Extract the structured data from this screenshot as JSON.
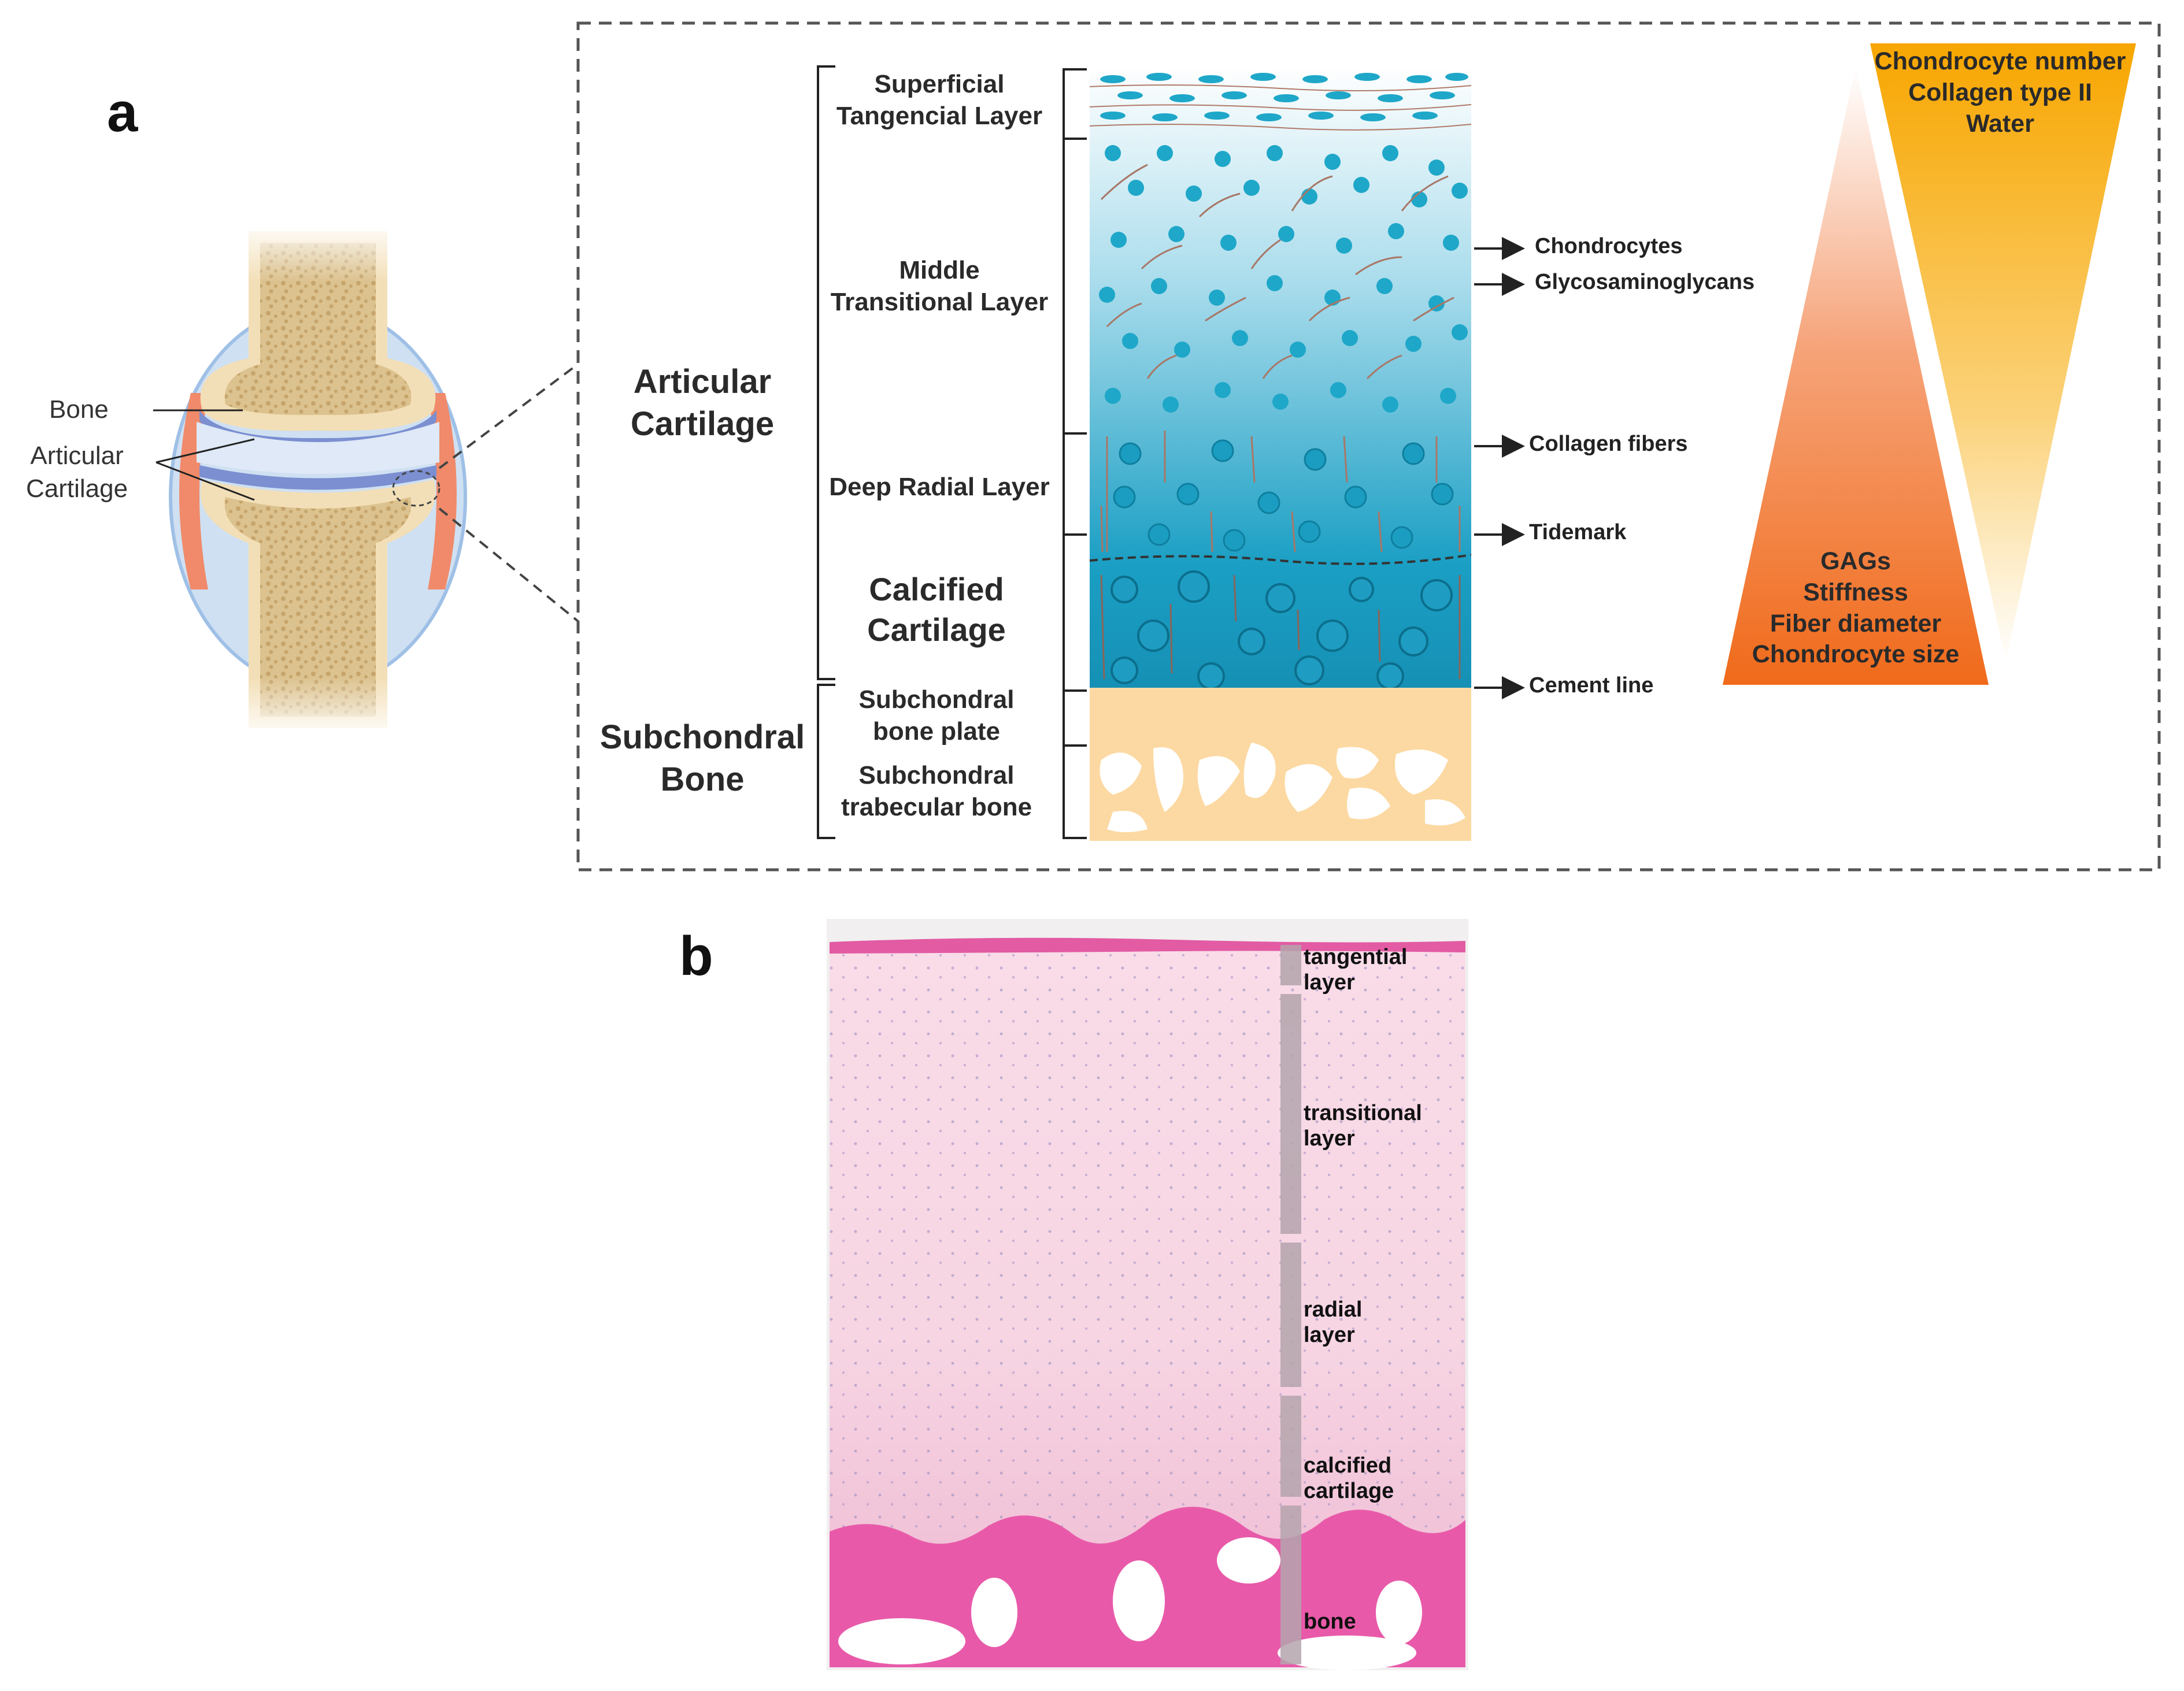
{
  "panel_a": {
    "letter": "a",
    "joint": {
      "bone_label": "Bone",
      "cartilage_label": "Articular\nCartilage"
    },
    "zone_labels": {
      "superficial": "Superficial\nTangencial Layer",
      "middle": "Middle\nTransitional Layer",
      "deep": "Deep Radial Layer",
      "calcified": "Calcified\nCartilage",
      "bone_plate": "Subchondral\nbone plate",
      "trabecular": "Subchondral\ntrabecular bone"
    },
    "group_labels": {
      "articular": "Articular\nCartilage",
      "subchondral": "Subchondral\nBone"
    },
    "pointers": {
      "chondrocytes": "Chondrocytes",
      "gags": "Glycosaminoglycans",
      "collagen": "Collagen fibers",
      "tidemark": "Tidemark",
      "cement": "Cement line"
    },
    "gradients": {
      "top": "Chondrocyte number\nCollagen type II\nWater",
      "bottom": "GAGs\nStiffness\nFiber diameter\nChondrocyte size"
    },
    "colors": {
      "cartilage_top": "#ffffff",
      "cartilage_bottom": "#1b9fc4",
      "bone": "#fcd9a2",
      "orange_gradient": "#f7a600",
      "red_gradient": "#f06a1a"
    }
  },
  "panel_b": {
    "letter": "b",
    "labels": {
      "tangential": "tangential\nlayer",
      "transitional": "transitional\nlayer",
      "radial": "radial\nlayer",
      "calcified": "calcified\ncartilage",
      "bone": "bone"
    },
    "colors": {
      "stain_light": "#f7d9e6",
      "stain_dark": "#e95aa8"
    }
  }
}
